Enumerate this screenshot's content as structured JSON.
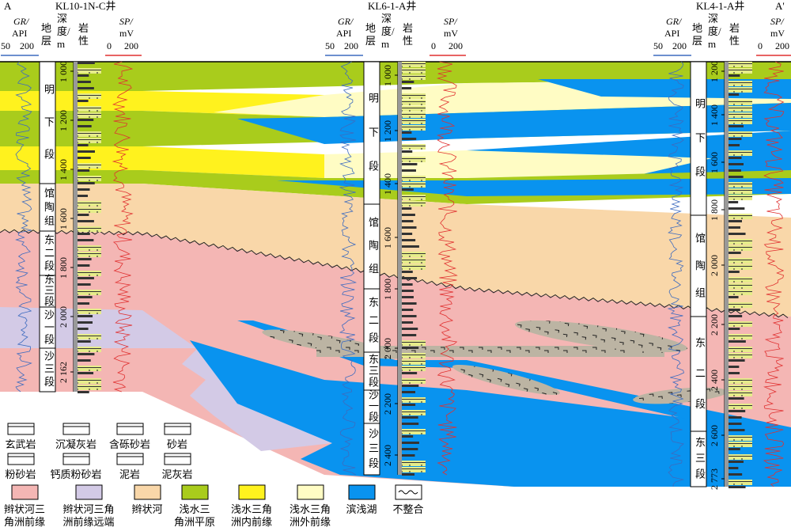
{
  "section": {
    "left_label": "A",
    "right_label": "A'"
  },
  "wells": [
    {
      "name": "KL10-1N-C井",
      "gr_label": "GR/",
      "gr_unit": "API",
      "gr_min": "50",
      "gr_max": "200",
      "strata_header": [
        "地",
        "层"
      ],
      "depth_header": [
        "深",
        "度/",
        "m"
      ],
      "lith_header": [
        "岩",
        "性"
      ],
      "sp_label": "SP/",
      "sp_unit": "mV",
      "sp_min": "0",
      "sp_max": "200",
      "depths": [
        "1 000",
        "1 200",
        "1 400",
        "1 600",
        "1 800",
        "2 000",
        "2 162"
      ],
      "strata": [
        "明下段",
        "馆陶组",
        "东二段",
        "东三段",
        "沙一段",
        "沙三段"
      ]
    },
    {
      "name": "KL6-1-A井",
      "gr_label": "GR/",
      "gr_unit": "API",
      "gr_min": "50",
      "gr_max": "200",
      "strata_header": [
        "地",
        "层"
      ],
      "depth_header": [
        "深",
        "度/",
        "m"
      ],
      "lith_header": [
        "岩",
        "性"
      ],
      "sp_label": "SP/",
      "sp_unit": "mV",
      "sp_min": "0",
      "sp_max": "200",
      "depths": [
        "1 000",
        "1 200",
        "1 400",
        "1 600",
        "1 800",
        "2 000",
        "2 200",
        "2 400"
      ],
      "strata": [
        "明下段",
        "馆陶组",
        "东二段",
        "东三段",
        "沙一段",
        "沙三段"
      ]
    },
    {
      "name": "KL4-1-A井",
      "gr_label": "GR/",
      "gr_unit": "API",
      "gr_min": "50",
      "gr_max": "200",
      "strata_header": [
        "地",
        "层"
      ],
      "depth_header": [
        "深",
        "度/",
        "m"
      ],
      "lith_header": [
        "岩",
        "性"
      ],
      "sp_label": "SP/",
      "sp_unit": "mV",
      "sp_min": "0",
      "sp_max": "200",
      "depths": [
        "1 200",
        "1 400",
        "1 600",
        "1 800",
        "2 000",
        "2 200",
        "2 400",
        "2 600",
        "2 773"
      ],
      "strata": [
        "明下段",
        "馆陶组",
        "东二段",
        "东三段"
      ]
    }
  ],
  "legend": {
    "lithology": [
      "玄武岩",
      "沉凝灰岩",
      "含砾砂岩",
      "砂岩",
      "粉砂岩",
      "钙质粉砂岩",
      "泥岩",
      "泥灰岩"
    ],
    "facies": [
      {
        "label": [
          "辫状河三",
          "角洲前缘"
        ],
        "color": "#f4b6b4"
      },
      {
        "label": [
          "辫状河三角",
          "洲前缘远端"
        ],
        "color": "#d3cae6"
      },
      {
        "label": [
          "辫状河",
          ""
        ],
        "color": "#f9d7a9"
      },
      {
        "label": [
          "浅水三",
          "角洲平原"
        ],
        "color": "#a9cc1c"
      },
      {
        "label": [
          "浅水三角",
          "洲内前缘"
        ],
        "color": "#fff21e"
      },
      {
        "label": [
          "浅水三角",
          "洲外前缘"
        ],
        "color": "#fffcc4"
      },
      {
        "label": [
          "滨浅湖",
          ""
        ],
        "color": "#0993ef"
      },
      {
        "label": [
          "不整合",
          ""
        ],
        "color": "#ffffff"
      }
    ]
  }
}
